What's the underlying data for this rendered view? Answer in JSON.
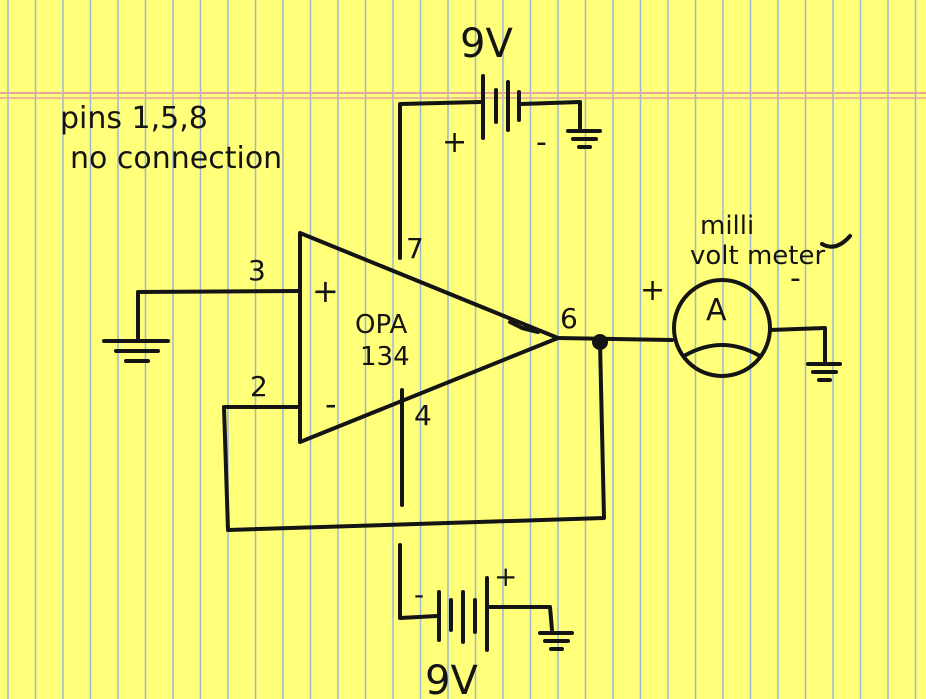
{
  "colors": {
    "paper": "#ffff7a",
    "rule_blue": "#9ab8d6",
    "margin_red": "#e8a2a0",
    "ink": "#141414"
  },
  "notes": {
    "line1": "pins 1,5,8",
    "line2": "no connection"
  },
  "battery_top": {
    "label": "9V",
    "plus": "+",
    "minus": "-"
  },
  "battery_bottom": {
    "label": "9V",
    "plus": "+",
    "minus": "-"
  },
  "opamp": {
    "name_line1": "OPA",
    "name_line2": "134",
    "plus": "+",
    "minus": "-"
  },
  "pins": {
    "p3": "3",
    "p2": "2",
    "p7": "7",
    "p4": "4",
    "p6": "6"
  },
  "meter": {
    "label_line1": "milli",
    "label_line2": "volt meter",
    "plus": "+",
    "minus": "-",
    "glyph": "A"
  }
}
